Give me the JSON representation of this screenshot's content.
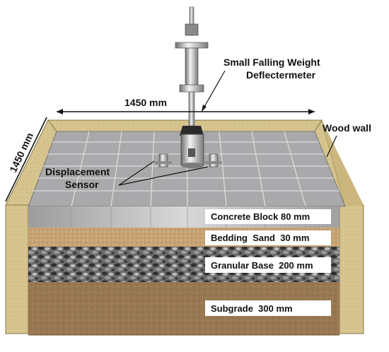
{
  "labels": {
    "sfwd_line1": "Small Falling Weight",
    "sfwd_line2": "Deflectermeter",
    "width_dim": "1450 mm",
    "depth_dim": "1450 mm",
    "wood_wall": "Wood wall",
    "sensor_line1": "Displacement",
    "sensor_line2": "Sensor"
  },
  "layers": [
    {
      "label": "Concrete Block 80 mm"
    },
    {
      "label": "Bedding  Sand  30 mm"
    },
    {
      "label": "Granular Base  200 mm"
    },
    {
      "label": "Subgrade  300 mm"
    }
  ],
  "colors": {
    "wood": "#d8c690",
    "tile": "#a9a9ab",
    "grout": "#d9d9d9",
    "sand": "#c8a77a",
    "gravel": "#5a5a5a",
    "subgrade": "#9a7a52"
  }
}
